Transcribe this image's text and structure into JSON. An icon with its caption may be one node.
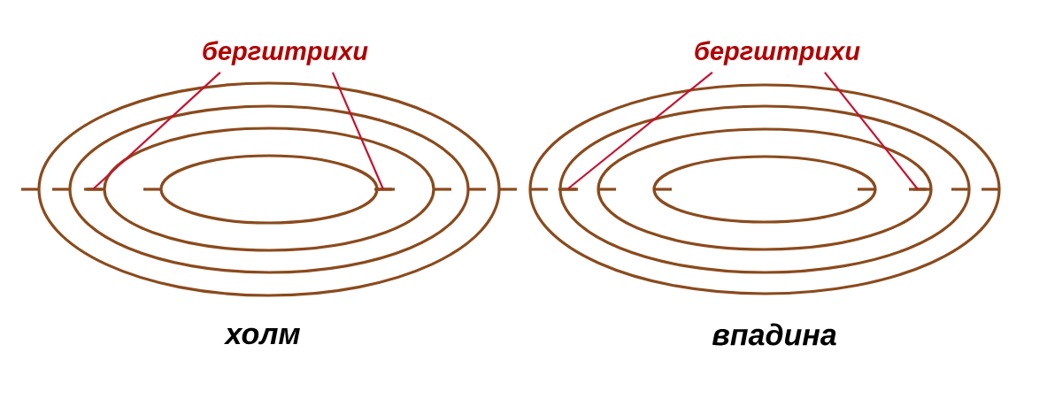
{
  "diagram": {
    "nodes": [
      {
        "text": [
          "бергштрихи"
        ]
      },
      {
        "text": [],
        "shape": "bar"
      },
      {
        "text": [],
        "shape": "bar"
      },
      {
        "text": [
          "бергштрихи"
        ]
      },
      {
        "text": [],
        "shape": "bar"
      },
      {
        "text": [],
        "shape": "bar"
      }
    ],
    "edges": [
      {
        "from": 0,
        "to": 1,
        "arrow": "none",
        "color": "#c8102e"
      },
      {
        "from": 0,
        "to": 2,
        "arrow": "none",
        "color": "#c8102e"
      },
      {
        "from": 3,
        "to": 4,
        "arrow": "none",
        "color": "#c8102e"
      },
      {
        "from": 3,
        "to": 5,
        "arrow": "none",
        "color": "#c8102e"
      }
    ],
    "labels": [
      "холм",
      "впадина"
    ]
  }
}
